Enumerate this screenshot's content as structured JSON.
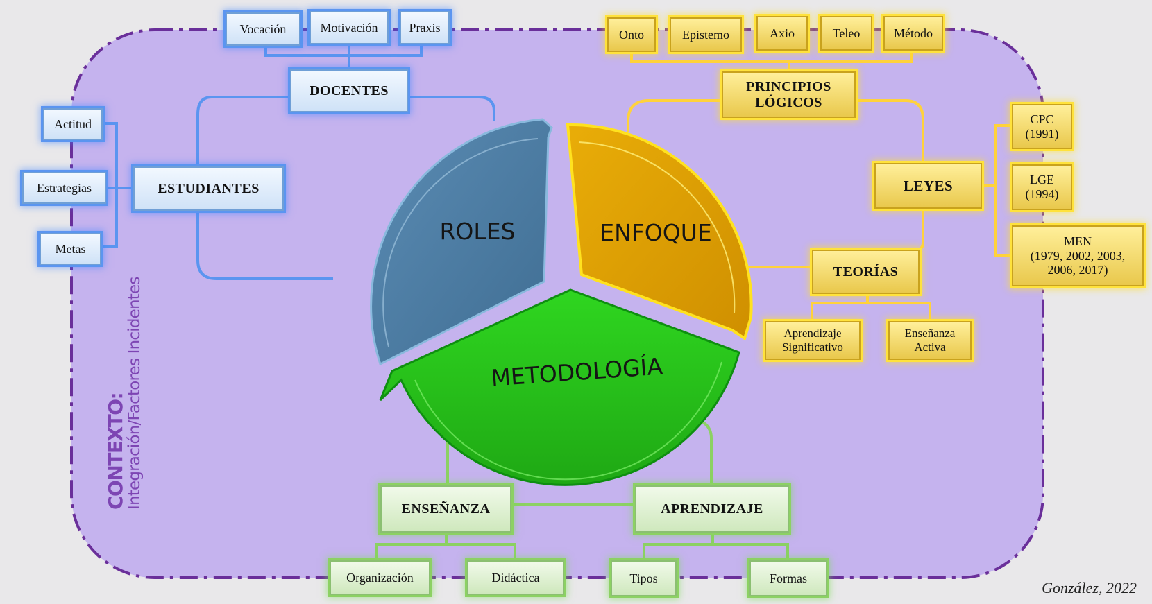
{
  "diagram": {
    "segments": {
      "roles": "ROLES",
      "enfoque": "ENFOQUE",
      "metodologia": "METODOLOGÍA"
    },
    "context": {
      "title": "CONTEXTO:",
      "subtitle": "Integración/Factores Incidentes"
    },
    "roles_branch": {
      "docentes": {
        "label": "DOCENTES",
        "items": [
          "Vocación",
          "Motivación",
          "Praxis"
        ]
      },
      "estudiantes": {
        "label": "ESTUDIANTES",
        "items": [
          "Actitud",
          "Estrategias",
          "Metas"
        ]
      }
    },
    "enfoque_branch": {
      "principios": {
        "label_line1": "PRINCIPIOS",
        "label_line2": "LÓGICOS",
        "items": [
          "Onto",
          "Epistemo",
          "Axio",
          "Teleo",
          "Método"
        ]
      },
      "leyes": {
        "label": "LEYES",
        "items": [
          {
            "line1": "CPC",
            "line2": "(1991)"
          },
          {
            "line1": "LGE",
            "line2": "(1994)"
          },
          {
            "line1": "MEN",
            "line2": "(1979, 2002, 2003,",
            "line3": "2006, 2017)"
          }
        ]
      },
      "teorias": {
        "label": "TEORÍAS",
        "items": [
          {
            "line1": "Aprendizaje",
            "line2": "Significativo"
          },
          {
            "line1": "Enseñanza",
            "line2": "Activa"
          }
        ]
      }
    },
    "metodologia_branch": {
      "ensenanza": {
        "label": "ENSEÑANZA",
        "items": [
          "Organización",
          "Didáctica"
        ]
      },
      "aprendizaje": {
        "label": "APRENDIZAJE",
        "items": [
          "Tipos",
          "Formas"
        ]
      }
    },
    "credit": "González, 2022",
    "colors": {
      "background": "#e9e8ea",
      "context_fill": "#c5b3ee",
      "context_border": "#6a2f9a",
      "roles": "#4c7fa6",
      "enfoque": "#e2a200",
      "metodologia": "#2fc81f",
      "blue_glow": "#5b95f0",
      "yellow_glow": "#ffe23c",
      "green_glow": "#8cd163"
    }
  }
}
